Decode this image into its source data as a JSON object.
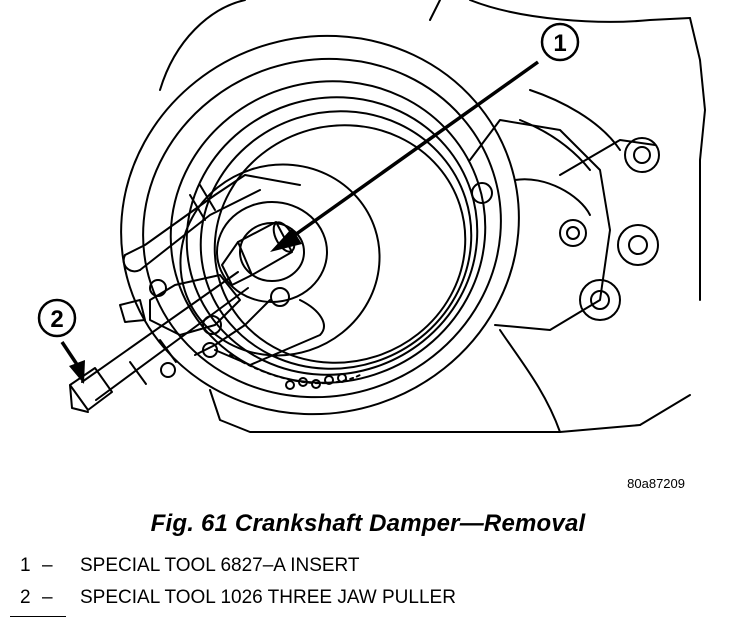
{
  "callouts": [
    {
      "number": "1"
    },
    {
      "number": "2"
    }
  ],
  "drawing_id": "80a87209",
  "caption": "Fig. 61 Crankshaft Damper—Removal",
  "legend": [
    {
      "number": "1",
      "dash": "–",
      "text": "SPECIAL TOOL 6827–A INSERT"
    },
    {
      "number": "2",
      "dash": "–",
      "text": "SPECIAL TOOL 1026 THREE JAW PULLER"
    }
  ]
}
